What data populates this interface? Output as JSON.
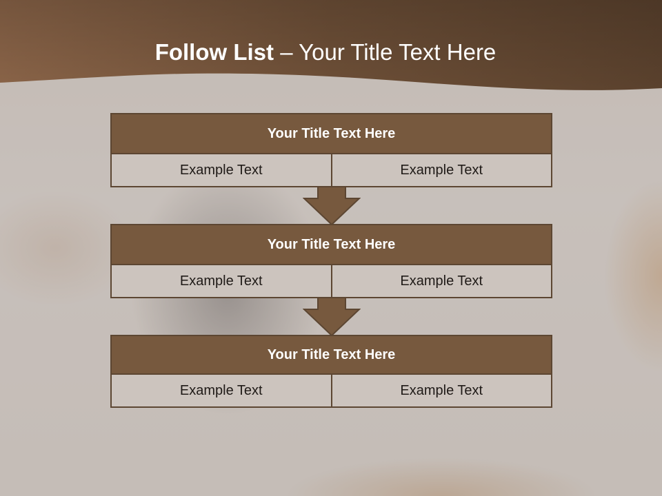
{
  "slide": {
    "title_bold": "Follow List",
    "title_rest": " – Your Title Text Here"
  },
  "stages": [
    {
      "title": "Your Title Text Here",
      "cells": [
        "Example Text",
        "Example Text"
      ]
    },
    {
      "title": "Your Title Text Here",
      "cells": [
        "Example Text",
        "Example Text"
      ]
    },
    {
      "title": "Your Title Text Here",
      "cells": [
        "Example Text",
        "Example Text"
      ]
    }
  ],
  "colors": {
    "header_brown": "#77593e",
    "border_brown": "#5c4632",
    "cell_fill": "#ccc4be",
    "title_text": "#ffffff"
  }
}
